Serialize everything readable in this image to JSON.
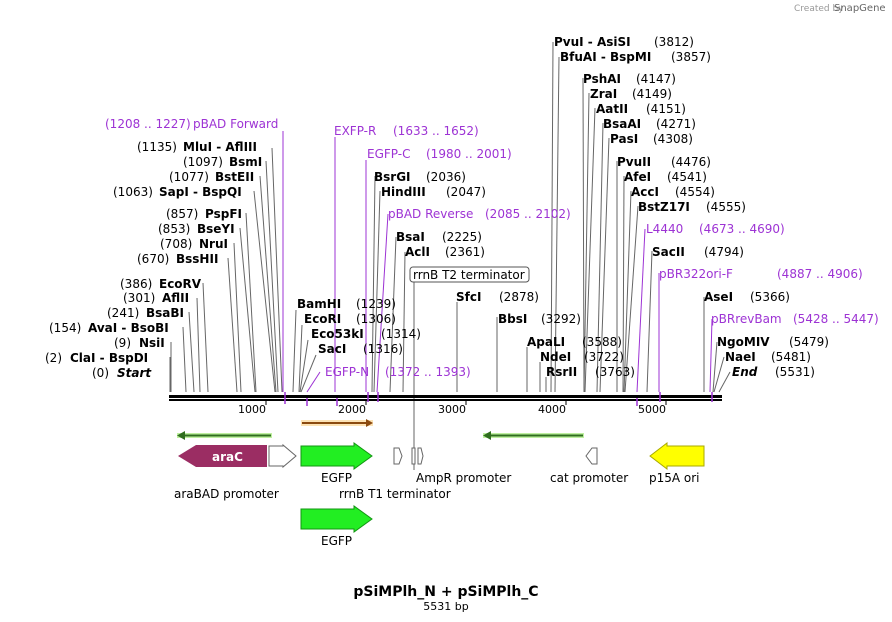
{
  "credit": {
    "text": "Created by",
    "brand": "SnapGene"
  },
  "plasmid": {
    "name": "pSiMPlh_N + pSiMPlh_C",
    "length_label": "5531 bp"
  },
  "ruler": {
    "ticks": [
      "1000",
      "2000",
      "3000",
      "4000",
      "5000"
    ]
  },
  "sites": [
    {
      "pos": "(1208 .. 1227)",
      "name": "pBAD Forward",
      "primer": true
    },
    {
      "pos": "(1135)",
      "name": "MluI  -  AflIII"
    },
    {
      "pos": "(1097)",
      "name": "BsmI"
    },
    {
      "pos": "(1077)",
      "name": "BstEII"
    },
    {
      "pos": "(1063)",
      "name": "SapI  -  BspQI"
    },
    {
      "pos": "(857)",
      "name": "PspFI"
    },
    {
      "pos": "(853)",
      "name": "BseYI"
    },
    {
      "pos": "(708)",
      "name": "NruI"
    },
    {
      "pos": "(670)",
      "name": "BssHII"
    },
    {
      "pos": "(386)",
      "name": "EcoRV"
    },
    {
      "pos": "(301)",
      "name": "AflII"
    },
    {
      "pos": "(241)",
      "name": "BsaBI"
    },
    {
      "pos": "(154)",
      "name": "AvaI  -  BsoBI"
    },
    {
      "pos": "(9)",
      "name": "NsiI"
    },
    {
      "pos": "(2)",
      "name": "ClaI  -  BspDI"
    },
    {
      "pos": "(0)",
      "name": "Start",
      "italic": true
    },
    {
      "name": "EXFP-R",
      "pos": "(1633 .. 1652)",
      "primer": true
    },
    {
      "name": "EGFP-C",
      "pos": "(1980 .. 2001)",
      "primer": true
    },
    {
      "name": "BsrGI",
      "pos": "(2036)"
    },
    {
      "name": "HindIII",
      "pos": "(2047)"
    },
    {
      "name": "pBAD Reverse",
      "pos": "(2085 .. 2102)",
      "primer": true
    },
    {
      "name": "BsaI",
      "pos": "(2225)"
    },
    {
      "name": "AclI",
      "pos": "(2361)"
    },
    {
      "name": "BamHI",
      "pos": "(1239)"
    },
    {
      "name": "EcoRI",
      "pos": "(1306)"
    },
    {
      "name": "Eco53kI",
      "pos": "(1314)"
    },
    {
      "name": "SacI",
      "pos": "(1316)"
    },
    {
      "name": "EGFP-N",
      "pos": "(1372 .. 1393)",
      "primer": true
    },
    {
      "name": "SfcI",
      "pos": "(2878)"
    },
    {
      "name": "BbsI",
      "pos": "(3292)"
    },
    {
      "name": "ApaLI",
      "pos": "(3588)"
    },
    {
      "name": "NdeI",
      "pos": "(3722)"
    },
    {
      "name": "RsrII",
      "pos": "(3763)"
    },
    {
      "name": "PvuI  -  AsiSI",
      "pos": "(3812)"
    },
    {
      "name": "BfuAI  -  BspMI",
      "pos": "(3857)"
    },
    {
      "name": "PshAI",
      "pos": "(4147)"
    },
    {
      "name": "ZraI",
      "pos": "(4149)"
    },
    {
      "name": "AatII",
      "pos": "(4151)"
    },
    {
      "name": "BsaAI",
      "pos": "(4271)"
    },
    {
      "name": "PasI",
      "pos": "(4308)"
    },
    {
      "name": "PvuII",
      "pos": "(4476)"
    },
    {
      "name": "AfeI",
      "pos": "(4541)"
    },
    {
      "name": "AccI",
      "pos": "(4554)"
    },
    {
      "name": "BstZ17I",
      "pos": "(4555)"
    },
    {
      "name": "L4440",
      "pos": "(4673 .. 4690)",
      "primer": true
    },
    {
      "name": "SacII",
      "pos": "(4794)"
    },
    {
      "name": "pBR322ori-F",
      "pos": "(4887 .. 4906)",
      "primer": true
    },
    {
      "name": "AseI",
      "pos": "(5366)"
    },
    {
      "name": "pBRrevBam",
      "pos": "(5428 .. 5447)",
      "primer": true
    },
    {
      "name": "NgoMIV",
      "pos": "(5479)"
    },
    {
      "name": "NaeI",
      "pos": "(5481)"
    },
    {
      "name": "End",
      "pos": "(5531)",
      "italic": true
    }
  ],
  "features": {
    "rrnb_t2": "rrnB T2 terminator",
    "arac": "araC",
    "arabad": "araBAD promoter",
    "egfp1": "EGFP",
    "rrnb_t1": "rrnB T1 terminator",
    "ampr": "AmpR promoter",
    "cat": "cat promoter",
    "p15a": "p15A ori",
    "egfp2": "EGFP"
  },
  "colors": {
    "primer": "#9d33d4",
    "arac": "#9b2d63",
    "egfp": "#22ee22",
    "p15a": "#ffff00",
    "primer_bar": "#2f6e1e",
    "orange_bar": "#e6a040"
  }
}
